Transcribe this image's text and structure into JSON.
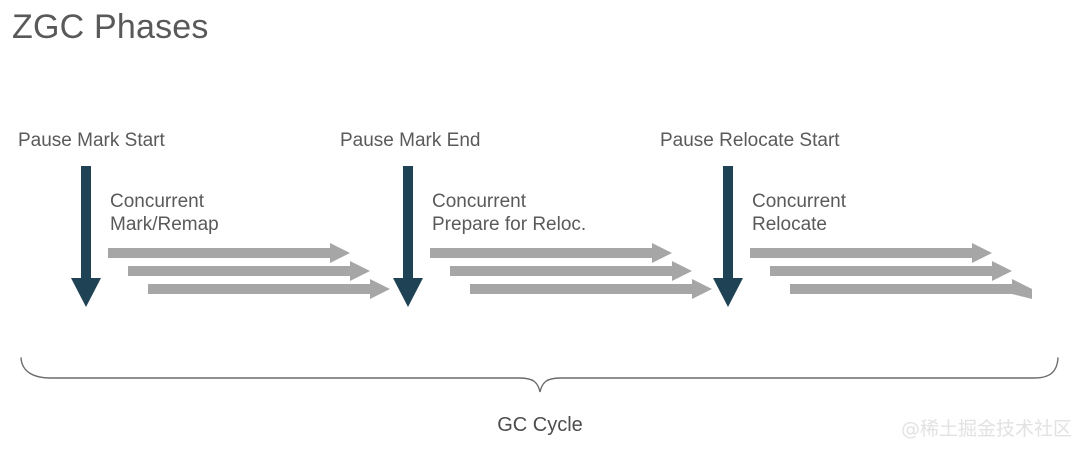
{
  "slide": {
    "title": "ZGC Phases",
    "background_color": "#ffffff"
  },
  "colors": {
    "title_text": "#595959",
    "label_text": "#5a5a5a",
    "pause_arrow": "#1f4354",
    "concurrent_arrow": "#a6a6a6",
    "brace_stroke": "#6b6b6b",
    "watermark_text": "#e2e2e2"
  },
  "phases": [
    {
      "pause_label": "Pause Mark Start",
      "concurrent_line1": "Concurrent",
      "concurrent_line2": "Mark/Remap",
      "arrow_count": 3
    },
    {
      "pause_label": "Pause Mark End",
      "concurrent_line1": "Concurrent",
      "concurrent_line2": "Prepare for Reloc.",
      "arrow_count": 3
    },
    {
      "pause_label": "Pause Relocate Start",
      "concurrent_line1": "Concurrent",
      "concurrent_line2": "Relocate",
      "arrow_count": 3
    }
  ],
  "cycle": {
    "label": "GC Cycle"
  },
  "watermark": {
    "text": "@稀土掘金技术社区"
  }
}
